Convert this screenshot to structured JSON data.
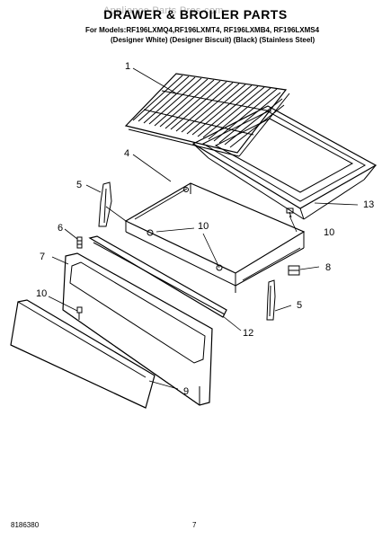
{
  "watermark": "Appliance Parts Pros.com",
  "title": "DRAWER & BROILER PARTS",
  "models_line": "For Models:RF196LXMQ4,RF196LXMT4, RF196LXMB4, RF196LXMS4",
  "finishes_line": "(Designer White) (Designer Biscuit) (Black)     (Stainless Steel)",
  "callouts": {
    "c1": "1",
    "c4": "4",
    "c5a": "5",
    "c5b": "5",
    "c6": "6",
    "c7": "7",
    "c8": "8",
    "c9": "9",
    "c10a": "10",
    "c10b": "10",
    "c10c": "10",
    "c12": "12",
    "c13": "13"
  },
  "footer": {
    "doc_number": "8186380",
    "page_number": "7"
  }
}
